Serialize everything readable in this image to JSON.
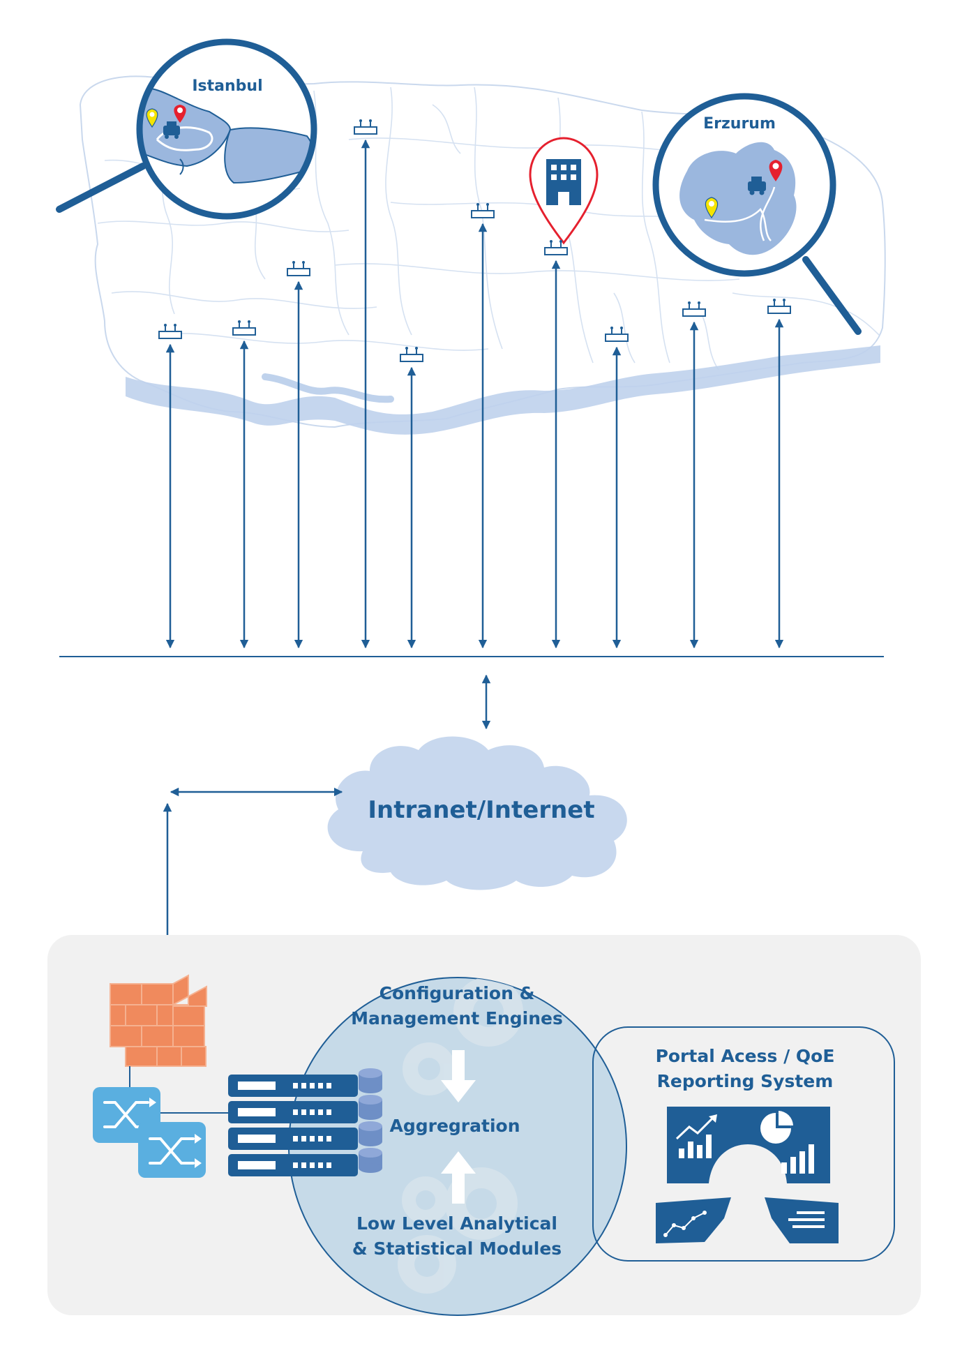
{
  "regions": {
    "istanbul": "Istanbul",
    "erzurum": "Erzurum"
  },
  "network": {
    "cloud_label": "Intranet/Internet"
  },
  "datacenter": {
    "config_label_1": "Configuration &",
    "config_label_2": "Management Engines",
    "aggregation_label": "Aggregration",
    "lowlevel_label_1": "Low Level Analytical",
    "lowlevel_label_2": "& Statistical Modules",
    "portal_label_1": "Portal Acess / QoE",
    "portal_label_2": "Reporting System"
  },
  "colors": {
    "navy": "#1f5e96",
    "map_fill": "#9bb7de",
    "cloud_fill": "#c8d8ee",
    "panel_bg": "#f1f1f1",
    "firewall": "#f08a5d",
    "switch": "#5aafe0",
    "pin_red": "#e5202e",
    "pin_yellow": "#f5e400"
  }
}
